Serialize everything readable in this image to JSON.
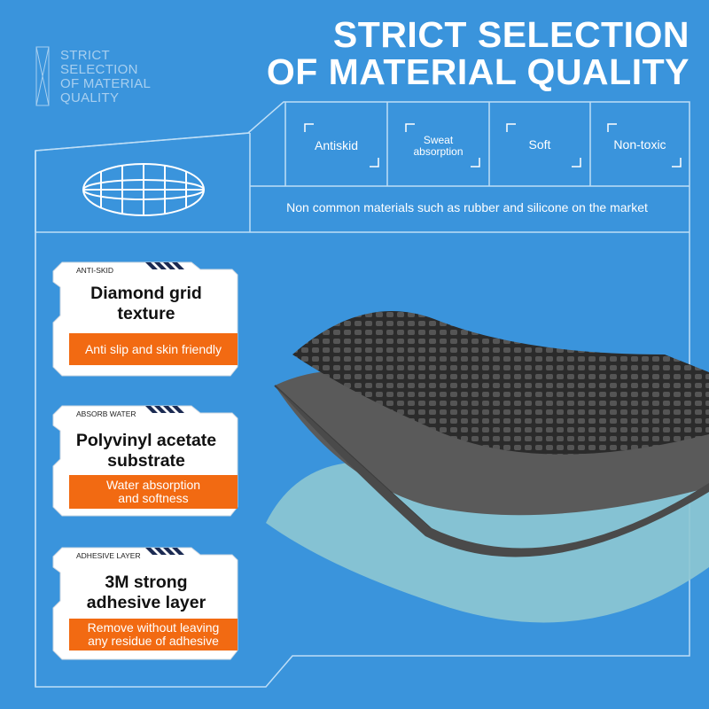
{
  "logo": {
    "lines": [
      "STRICT",
      "SELECTION",
      "OF MATERIAL",
      "QUALITY"
    ]
  },
  "title": {
    "line1": "STRICT SELECTION",
    "line2": "OF MATERIAL QUALITY"
  },
  "features": [
    "Antiskid",
    "Sweat absorption",
    "Soft",
    "Non-toxic"
  ],
  "feature_sweat": {
    "line1": "Sweat",
    "line2": "absorption"
  },
  "subtitle": "Non common materials such as rubber and silicone on the market",
  "cards": [
    {
      "tag": "ANTI-SKID",
      "heading": [
        "Diamond grid",
        "texture"
      ],
      "button": [
        "Anti slip and skin friendly"
      ]
    },
    {
      "tag": "ABSORB WATER",
      "heading": [
        "Polyvinyl acetate",
        "substrate"
      ],
      "button": [
        "Water absorption",
        "and softness"
      ]
    },
    {
      "tag": "ADHESIVE LAYER",
      "heading": [
        "3M strong",
        "adhesive layer"
      ],
      "button": [
        "Remove without leaving",
        "any residue of adhesive"
      ]
    }
  ],
  "colors": {
    "background": "#3a94dc",
    "accent": "#f26a12",
    "card": "#ffffff",
    "frame": "#d6ebfb"
  }
}
